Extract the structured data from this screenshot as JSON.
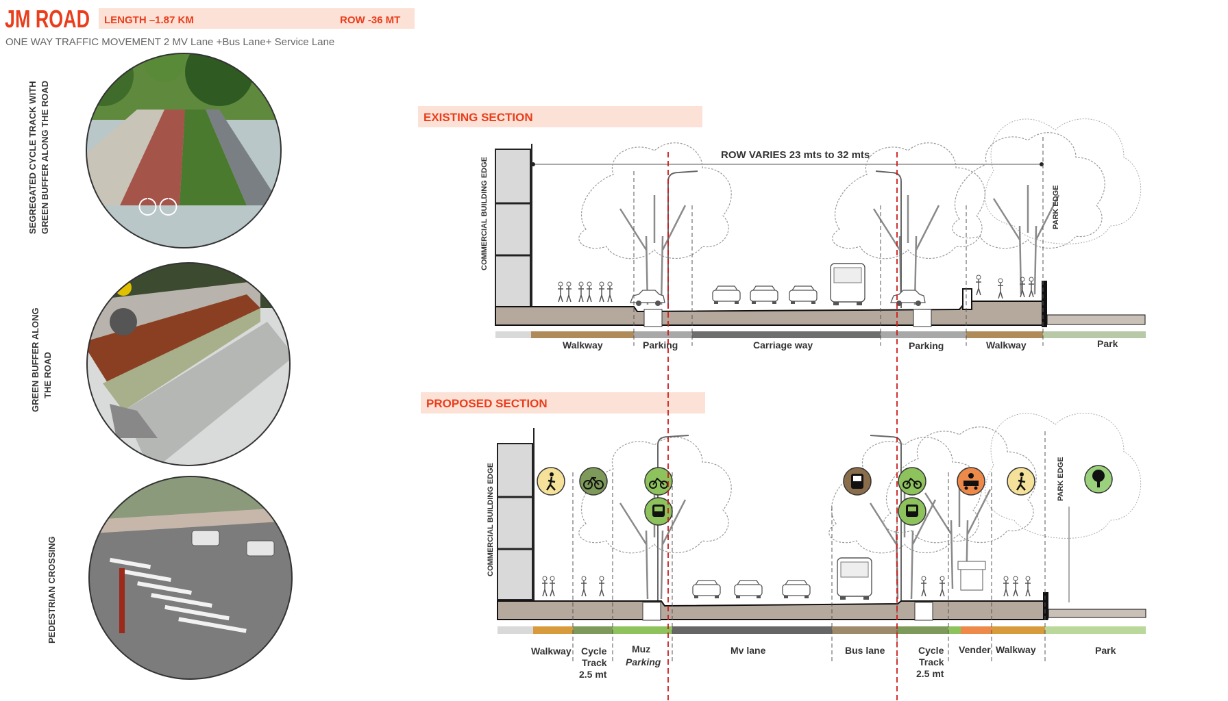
{
  "header": {
    "title": "JM ROAD",
    "length": "LENGTH –1.87 KM",
    "row": "ROW -36 MT",
    "subtitle": "ONE WAY TRAFFIC MOVEMENT 2 MV Lane +Bus  Lane+ Service Lane"
  },
  "photos": [
    {
      "label_line1": "SEGREGATED CYCLE TRACK WITH",
      "label_line2": "GREEN BUFFER ALONG THE ROAD"
    },
    {
      "label_line1": "GREEN BUFFER ALONG",
      "label_line2": "THE ROAD"
    },
    {
      "label_line1": "PEDESTRIAN CROSSING",
      "label_line2": ""
    }
  ],
  "existing": {
    "title": "EXISTING SECTION",
    "row_text": "ROW VARIES 23 mts to 32 mts",
    "building_label": "COMMERCIAL BUILDING EDGE",
    "park_edge_label": "PARK EDGE",
    "zones": [
      "Walkway",
      "Parking",
      "Carriage way",
      "Parking",
      "Walkway",
      "Park"
    ]
  },
  "proposed": {
    "title": "PROPOSED SECTION",
    "building_label": "COMMERCIAL BUILDING EDGE",
    "park_edge_label": "PARK EDGE",
    "zones": {
      "walkway1": "Walkway",
      "cycle1_l1": "Cycle",
      "cycle1_l2": "Track",
      "cycle1_l3": "2.5 mt",
      "muz_l1": "Muz",
      "muz_l2": "Parking",
      "mv": "Mv lane",
      "bus": "Bus lane",
      "cycle2_l1": "Cycle",
      "cycle2_l2": "Track",
      "cycle2_l3": "2.5 mt",
      "vender": "Vender",
      "walkway2": "Walkway",
      "park": "Park"
    }
  },
  "colors": {
    "accent_red": "#ea3d1c",
    "header_band": "#fce1d6",
    "walkway": "#d79b3c",
    "cycle": "#7d9a5a",
    "parking": "#8dc25d",
    "mv_lane": "#666666",
    "bus_lane": "#9d8a6a",
    "vender": "#ee8a49",
    "park": "#b9d89a",
    "ground": "#b5a89d",
    "guide_red": "#cc1a1a"
  },
  "icons": [
    "pedestrian-icon",
    "cycle-icon",
    "cycle-parking-icon",
    "bus-stop-icon",
    "bus-icon",
    "vendor-icon",
    "tree-icon"
  ]
}
